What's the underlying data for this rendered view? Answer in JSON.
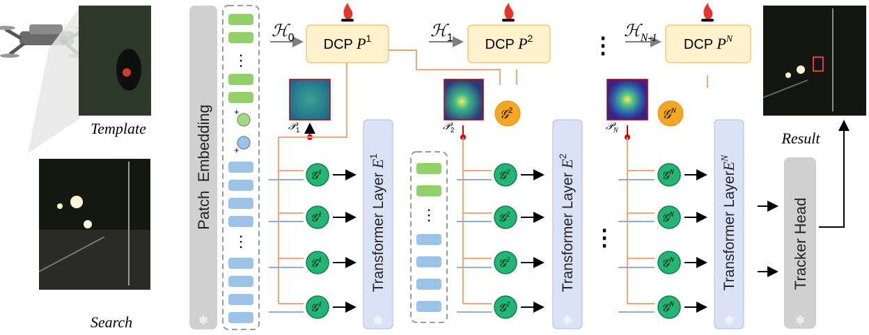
{
  "labels": {
    "template": "Template",
    "search": "Search",
    "result": "Result",
    "patch_embedding": "Patch  Embedding",
    "tracker_head": "Tracker Head",
    "ellipsis": "⋮"
  },
  "dcp": [
    {
      "h_base": "ℋ",
      "h_sub": "0",
      "label": "DCP",
      "p": "P",
      "p_sup": "1"
    },
    {
      "h_base": "ℋ",
      "h_sub": "1",
      "label": "DCP",
      "p": "P",
      "p_sup": "2"
    },
    {
      "h_base": "ℋ",
      "h_sub": "N-1",
      "label": "DCP",
      "p": "P",
      "p_sup": "N"
    }
  ],
  "prompts": [
    {
      "base": "𝒫",
      "sub": "1"
    },
    {
      "base": "𝒫",
      "sub": "2"
    },
    {
      "base": "𝒫",
      "sub": "N"
    }
  ],
  "gates": [
    {
      "base": "𝒢",
      "sup": "1"
    },
    {
      "base": "𝒢",
      "sup": "2"
    },
    {
      "base": "𝒢",
      "sup": "N"
    }
  ],
  "transformer_layers": [
    {
      "label": "Transformer Layer",
      "e": "E",
      "sup": "1"
    },
    {
      "label": "Transformer Layer",
      "e": "E",
      "sup": "2"
    },
    {
      "label": "Transformer Layer",
      "e": "E",
      "sup": "N"
    }
  ],
  "colors": {
    "dcp_fill": "#fff2cc",
    "dcp_stroke": "#f4c77a",
    "gate_fill": "#22b573",
    "gate_orange": "#f5a623",
    "layer_fill": "#dae3f5",
    "orange_line": "#f4a672",
    "blue_line": "#8fa9dc",
    "green_token": "#92d06a",
    "blue_token": "#9dc3e6",
    "gray_box": "#cfcfcf"
  }
}
